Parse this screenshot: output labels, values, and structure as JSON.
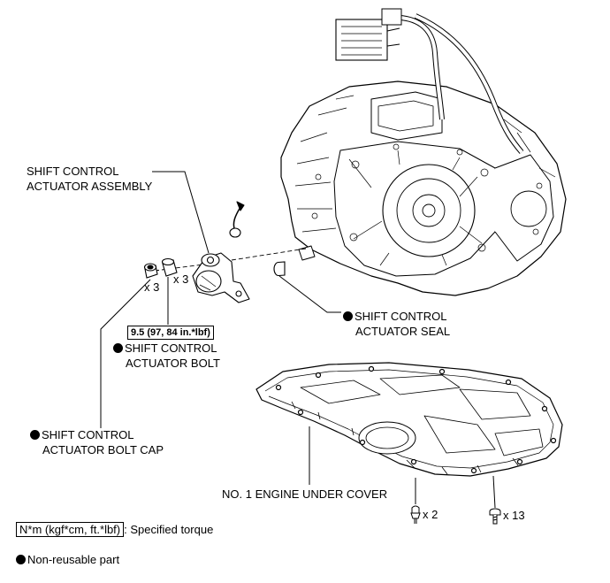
{
  "labels": {
    "actuator_assembly_1": "SHIFT CONTROL",
    "actuator_assembly_2": "ACTUATOR ASSEMBLY",
    "qty_cap": "x 3",
    "qty_bolt": "x 3",
    "torque_value": "9.5 (97, 84 in.*lbf)",
    "bolt_1": "SHIFT CONTROL",
    "bolt_2": "ACTUATOR BOLT",
    "seal_1": "SHIFT CONTROL",
    "seal_2": "ACTUATOR SEAL",
    "bolt_cap_1": "SHIFT CONTROL",
    "bolt_cap_2": "ACTUATOR BOLT CAP",
    "under_cover": "NO. 1 ENGINE UNDER COVER",
    "qty_clip": "x 2",
    "qty_screw": "x 13"
  },
  "legend": {
    "torque_units": "N*m (kgf*cm, ft.*lbf)",
    "torque_desc": ": Specified torque",
    "nonreusable": "Non-reusable part"
  }
}
